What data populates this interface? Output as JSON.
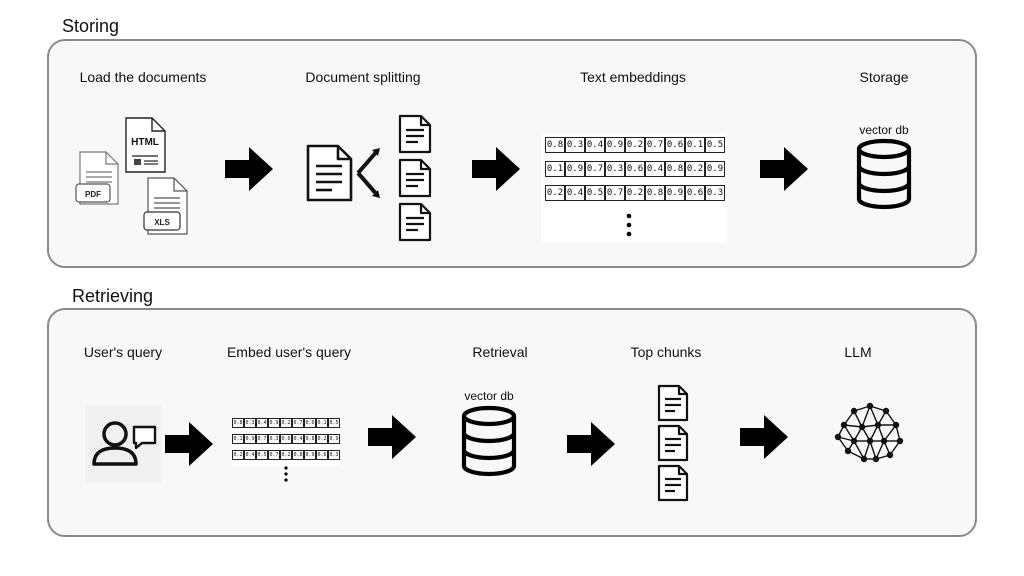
{
  "storing": {
    "title": "Storing",
    "steps": [
      {
        "label": "Load the documents"
      },
      {
        "label": "Document splitting"
      },
      {
        "label": "Text embeddings"
      },
      {
        "label": "Storage",
        "sublabel": "vector db"
      }
    ],
    "file_labels": {
      "html": "HTML",
      "pdf": "PDF",
      "xls": "XLS"
    },
    "embedding_rows": [
      [
        "0.8",
        "0.3",
        "0.4",
        "0.9",
        "0.2",
        "0.7",
        "0.6",
        "0.1",
        "0.5"
      ],
      [
        "0.1",
        "0.9",
        "0.7",
        "0.3",
        "0.6",
        "0.4",
        "0.8",
        "0.2",
        "0.9"
      ],
      [
        "0.2",
        "0.4",
        "0.5",
        "0.7",
        "0.2",
        "0.8",
        "0.9",
        "0.6",
        "0.3"
      ]
    ]
  },
  "retrieving": {
    "title": "Retrieving",
    "steps": [
      {
        "label": "User's query"
      },
      {
        "label": "Embed user's query"
      },
      {
        "label": "Retrieval",
        "sublabel": "vector db"
      },
      {
        "label": "Top chunks"
      },
      {
        "label": "LLM"
      }
    ],
    "embedding_rows": [
      [
        "0.8",
        "0.3",
        "0.4",
        "0.9",
        "0.2",
        "0.7",
        "0.6",
        "0.1",
        "0.5"
      ],
      [
        "0.1",
        "0.9",
        "0.7",
        "0.3",
        "0.6",
        "0.4",
        "0.8",
        "0.2",
        "0.9"
      ],
      [
        "0.2",
        "0.4",
        "0.5",
        "0.7",
        "0.2",
        "0.8",
        "0.9",
        "0.6",
        "0.3"
      ]
    ]
  }
}
